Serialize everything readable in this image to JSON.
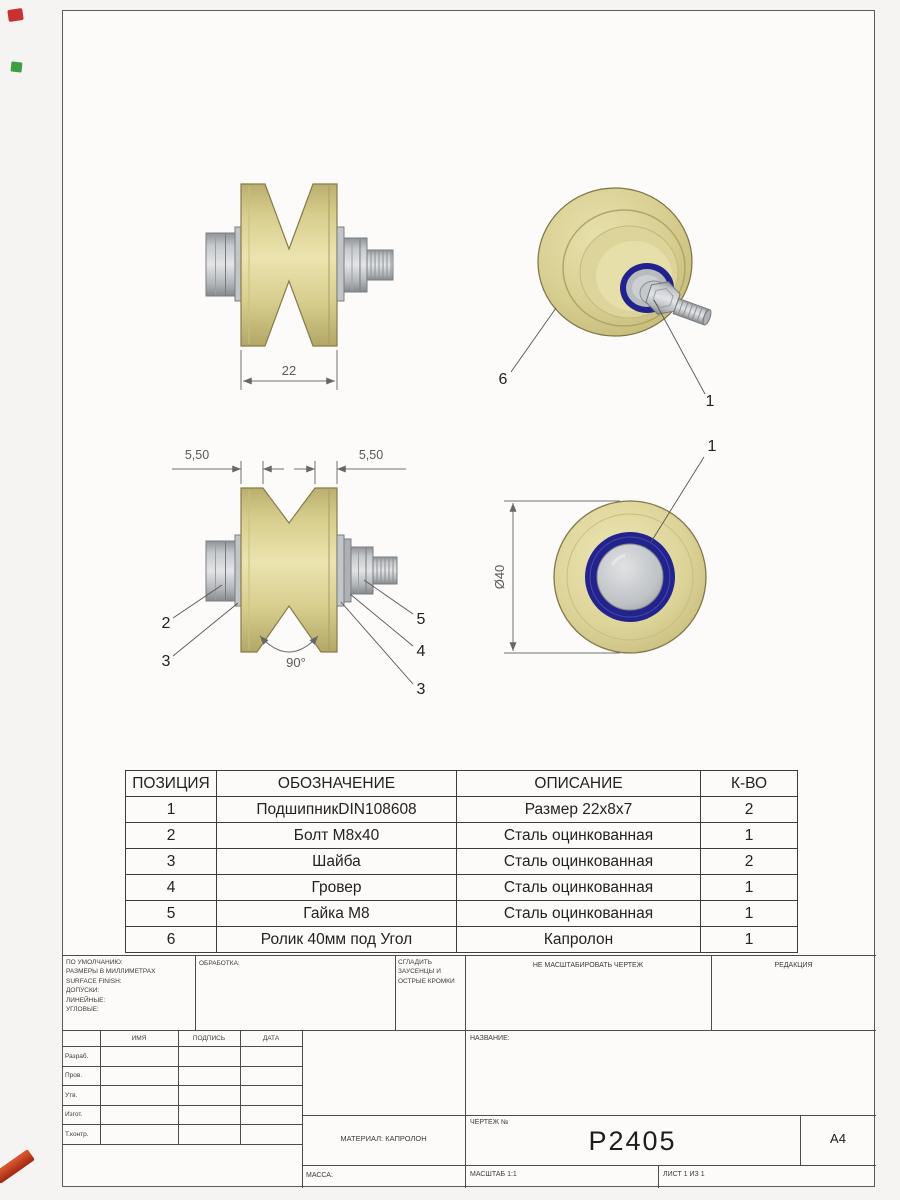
{
  "drawing": {
    "dim_22": "22",
    "dim_550_left": "5,50",
    "dim_550_right": "5,50",
    "dim_angle": "90°",
    "dim_dia": "Ø40",
    "balloon_1_iso": "1",
    "balloon_1_front": "1",
    "balloon_2": "2",
    "balloon_3_left": "3",
    "balloon_3_right": "3",
    "balloon_4": "4",
    "balloon_5": "5",
    "balloon_6": "6"
  },
  "parts_table": {
    "headers": [
      "ПОЗИЦИЯ",
      "ОБОЗНАЧЕНИЕ",
      "ОПИСАНИЕ",
      "К-ВО"
    ],
    "rows": [
      [
        "1",
        "ПодшипникDIN108608",
        "Размер 22x8x7",
        "2"
      ],
      [
        "2",
        "Болт М8х40",
        "Сталь оцинкованная",
        "1"
      ],
      [
        "3",
        "Шайба",
        "Сталь оцинкованная",
        "2"
      ],
      [
        "4",
        "Гровер",
        "Сталь оцинкованная",
        "1"
      ],
      [
        "5",
        "Гайка М8",
        "Сталь оцинкованная",
        "1"
      ],
      [
        "6",
        "Ролик 40мм под Угол",
        "Капролон",
        "1"
      ]
    ]
  },
  "title_block": {
    "tolerance_lines": [
      "ПО УМОЛЧАНИЮ:",
      "РАЗМЕРЫ В МИЛЛИМЕТРАХ",
      "SURFACE FINISH:",
      "ДОПУСКИ:",
      "ЛИНЕЙНЫЕ:",
      "УГЛОВЫЕ:"
    ],
    "process_label": "ОБРАБОТКА:",
    "deburr_note": "СГЛАДИТЬ ЗАУСЕНЦЫ И ОСТРЫЕ КРОМКИ",
    "do_not_scale": "НЕ МАСШТАБИРОВАТЬ ЧЕРТЕЖ",
    "revision_label": "РЕДАКЦИЯ",
    "col_name": "ИМЯ",
    "col_signature": "ПОДПИСЬ",
    "col_date": "ДАТА",
    "sign_rows": [
      "Разраб.",
      "Пров.",
      "Утв.",
      "Изгот.",
      "Т.контр."
    ],
    "name_label": "НАЗВАНИЕ:",
    "material": "МАТЕРИАЛ: КАПРОЛОН",
    "mass_label": "МАССА:",
    "drawing_no_label": "ЧЕРТЕЖ №",
    "drawing_no": "P2405",
    "paper_size": "A4",
    "scale": "МАСШТАБ 1:1",
    "sheet": "ЛИСТ 1 ИЗ 1"
  }
}
